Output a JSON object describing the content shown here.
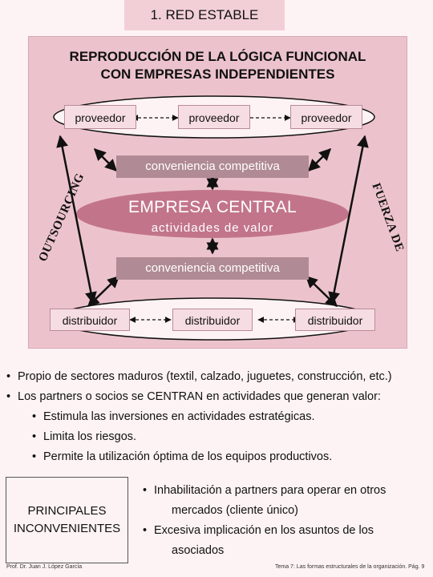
{
  "title": "1. RED ESTABLE",
  "heading": {
    "line1": "REPRODUCCIÓN DE LA LÓGICA FUNCIONAL",
    "line2": "CON EMPRESAS INDEPENDIENTES"
  },
  "suppliers": [
    "proveedor",
    "proveedor",
    "proveedor"
  ],
  "conveniencia_top": "conveniencia competitiva",
  "central": {
    "title": "EMPRESA CENTRAL",
    "subtitle": "actividades de valor"
  },
  "left_side_label": "OUTSOURCING",
  "right_side_label": "FUERZA DE",
  "conveniencia_bottom": "conveniencia competitiva",
  "distributors": [
    "distribuidor",
    "distribuidor",
    "distribuidor"
  ],
  "bullets": {
    "b1": "Propio de sectores maduros (textil, calzado, juguetes, construcción, etc.)",
    "b2": "Los partners o socios se CENTRAN en actividades que generan valor:",
    "sub1": "Estimula las inversiones en actividades estratégicas.",
    "sub2": "Limita los riesgos.",
    "sub3": "Permite la utilización óptima de los equipos productivos."
  },
  "inconvenientes": {
    "label_line1": "PRINCIPALES",
    "label_line2": "INCONVENIENTES",
    "i1_line1": "Inhabilitación a partners para operar en otros",
    "i1_line2": "mercados (cliente único)",
    "i2_line1": "Excesiva implicación en los asuntos de los",
    "i2_line2": "asociados"
  },
  "footer": {
    "left": "Prof. Dr. Juan J. López García",
    "right": "Tema 7: Las formas estructurales de la organización. Pág. 9"
  },
  "colors": {
    "panel": "#ecc3cc",
    "central_fill": "#c2758a",
    "conveniencia_fill": "#b08a94"
  }
}
